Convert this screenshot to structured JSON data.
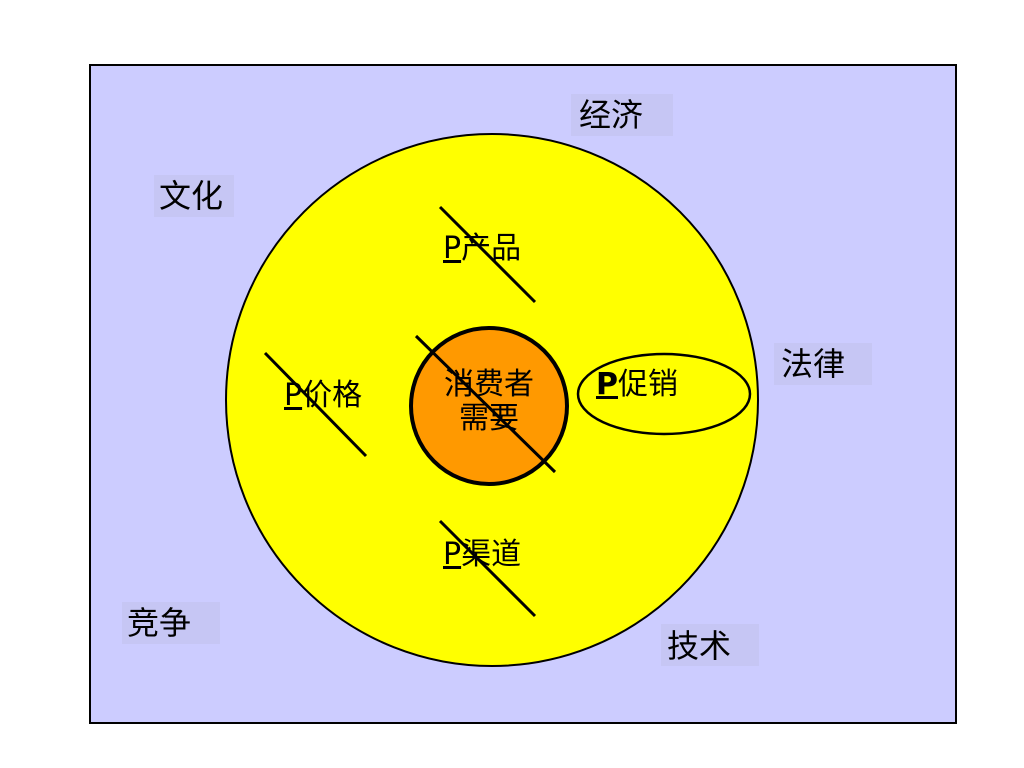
{
  "environment": {
    "economy": "经济",
    "culture": "文化",
    "law": "法律",
    "competition": "竞争",
    "technology": "技术"
  },
  "mix": {
    "product": {
      "p": "P",
      "text": "产品"
    },
    "price": {
      "p": "P",
      "text": "价格"
    },
    "promotion": {
      "p": "P",
      "text": "促销"
    },
    "place": {
      "p": "P",
      "text": "渠道"
    }
  },
  "core": {
    "line1": "消费者",
    "line2": "需要"
  },
  "colors": {
    "background": "#ccccff",
    "outer_circle": "#ffff00",
    "core_circle": "#ff9900",
    "stroke": "#000000"
  }
}
